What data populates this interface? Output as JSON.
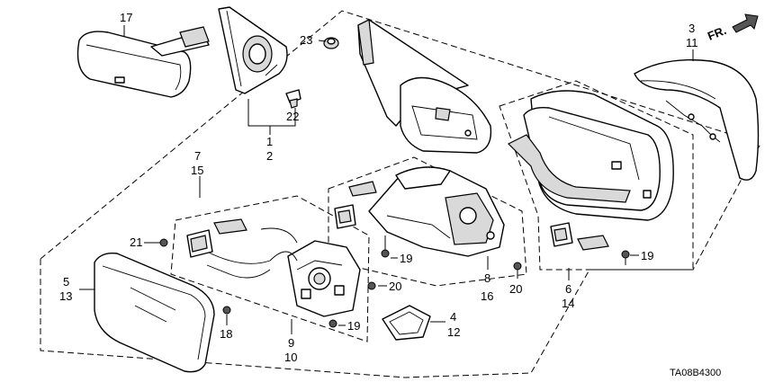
{
  "callouts": {
    "c17": "17",
    "c1": "1",
    "c2": "2",
    "c22": "22",
    "c23": "23",
    "c3": "3",
    "c11": "11",
    "c7": "7",
    "c15": "15",
    "c21": "21",
    "c5": "5",
    "c13": "13",
    "c18": "18",
    "c9": "9",
    "c10": "10",
    "c19a": "19",
    "c19b": "19",
    "c19c": "19",
    "c20a": "20",
    "c20b": "20",
    "c8": "8",
    "c16": "16",
    "c4": "4",
    "c12": "12",
    "c6": "6",
    "c14": "14"
  },
  "direction": {
    "label": "FR."
  },
  "diagram_code": "TA08B4300"
}
